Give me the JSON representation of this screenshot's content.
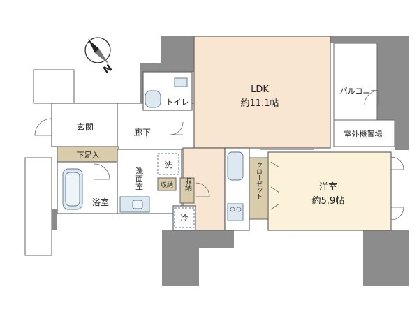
{
  "compass": {
    "label": "N"
  },
  "rooms": {
    "ldk": {
      "name": "LDK",
      "size": "約11.1帖"
    },
    "yoshitsu": {
      "name": "洋室",
      "size": "約5.9帖"
    },
    "balcony": "バルコニー",
    "outdoor_unit": "室外機置場",
    "toilet": "トイレ",
    "entrance": "玄関",
    "hallway": "廊下",
    "shoe_storage": "下足入",
    "bathroom": "浴室",
    "washroom": "洗面室",
    "washer": "洗",
    "storage": "収納",
    "storage_small": "収納",
    "fridge": "冷",
    "closet": "クローゼット"
  },
  "colors": {
    "ldk": "#f8e6d2",
    "yoshitsu": "#fbf2d9",
    "storage": "#d9ccab",
    "wall": "#8c8c8c",
    "fixture": "#dde8f1"
  }
}
